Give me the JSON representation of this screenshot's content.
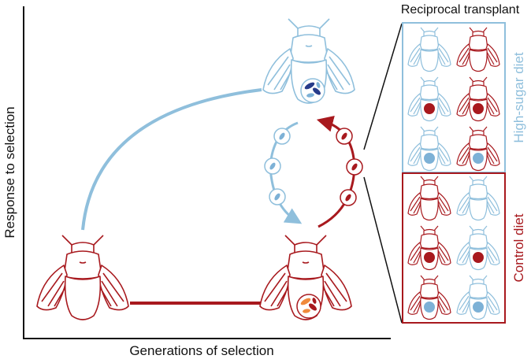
{
  "labels": {
    "y_axis": "Response to selection",
    "x_axis": "Generations of selection",
    "transplant_title": "Reciprocal transplant",
    "high_sugar_diet": "High-sugar diet",
    "control_diet": "Control diet"
  },
  "colors": {
    "blue_fly": "#8fbfdc",
    "red_fly": "#a8191e",
    "blue_microbe": "#7db1d6",
    "red_microbe": "#a8191e",
    "navy_microbe": "#273b8a",
    "orange_microbe": "#f08a3c",
    "axis": "#111111"
  },
  "icons": [
    "fly-icon",
    "microbe-icon",
    "cycle-arrow-icon"
  ],
  "transplant_grid": {
    "rows": [
      {
        "diet": "high-sugar",
        "flies": [
          {
            "color": "blue",
            "dot": "none"
          },
          {
            "color": "red",
            "dot": "none"
          }
        ]
      },
      {
        "diet": "high-sugar",
        "flies": [
          {
            "color": "blue",
            "dot": "red"
          },
          {
            "color": "red",
            "dot": "red"
          }
        ]
      },
      {
        "diet": "high-sugar",
        "flies": [
          {
            "color": "blue",
            "dot": "blue"
          },
          {
            "color": "red",
            "dot": "blue"
          }
        ]
      },
      {
        "diet": "control",
        "flies": [
          {
            "color": "red",
            "dot": "none"
          },
          {
            "color": "blue",
            "dot": "none"
          }
        ]
      },
      {
        "diet": "control",
        "flies": [
          {
            "color": "red",
            "dot": "red"
          },
          {
            "color": "blue",
            "dot": "red"
          }
        ]
      },
      {
        "diet": "control",
        "flies": [
          {
            "color": "red",
            "dot": "blue"
          },
          {
            "color": "blue",
            "dot": "blue"
          }
        ]
      }
    ]
  }
}
